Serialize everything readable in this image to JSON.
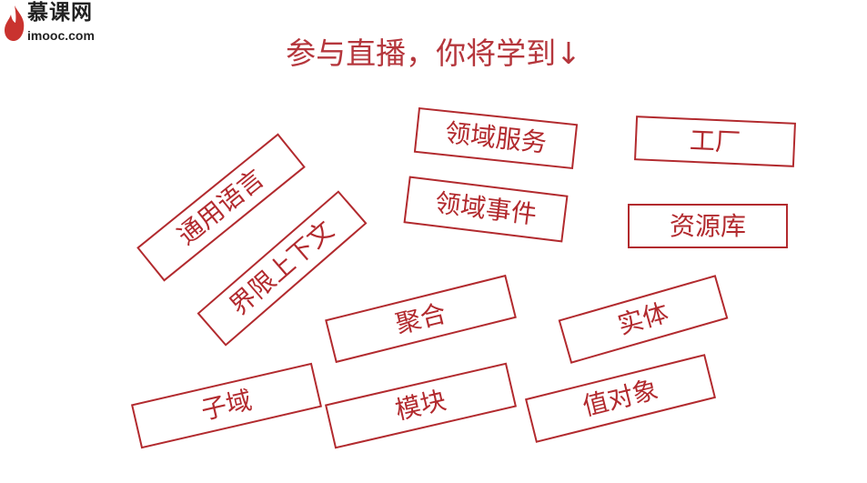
{
  "logo": {
    "brand_cn": "慕课网",
    "brand_en": "imooc.com"
  },
  "title": "参与直播，你将学到↓",
  "colors": {
    "accent": "#b22a2e",
    "title": "#b5363c"
  },
  "tags": [
    "通用语言",
    "界限上下文",
    "领域服务",
    "领域事件",
    "工厂",
    "资源库",
    "聚合",
    "实体",
    "子域",
    "模块",
    "值对象"
  ]
}
